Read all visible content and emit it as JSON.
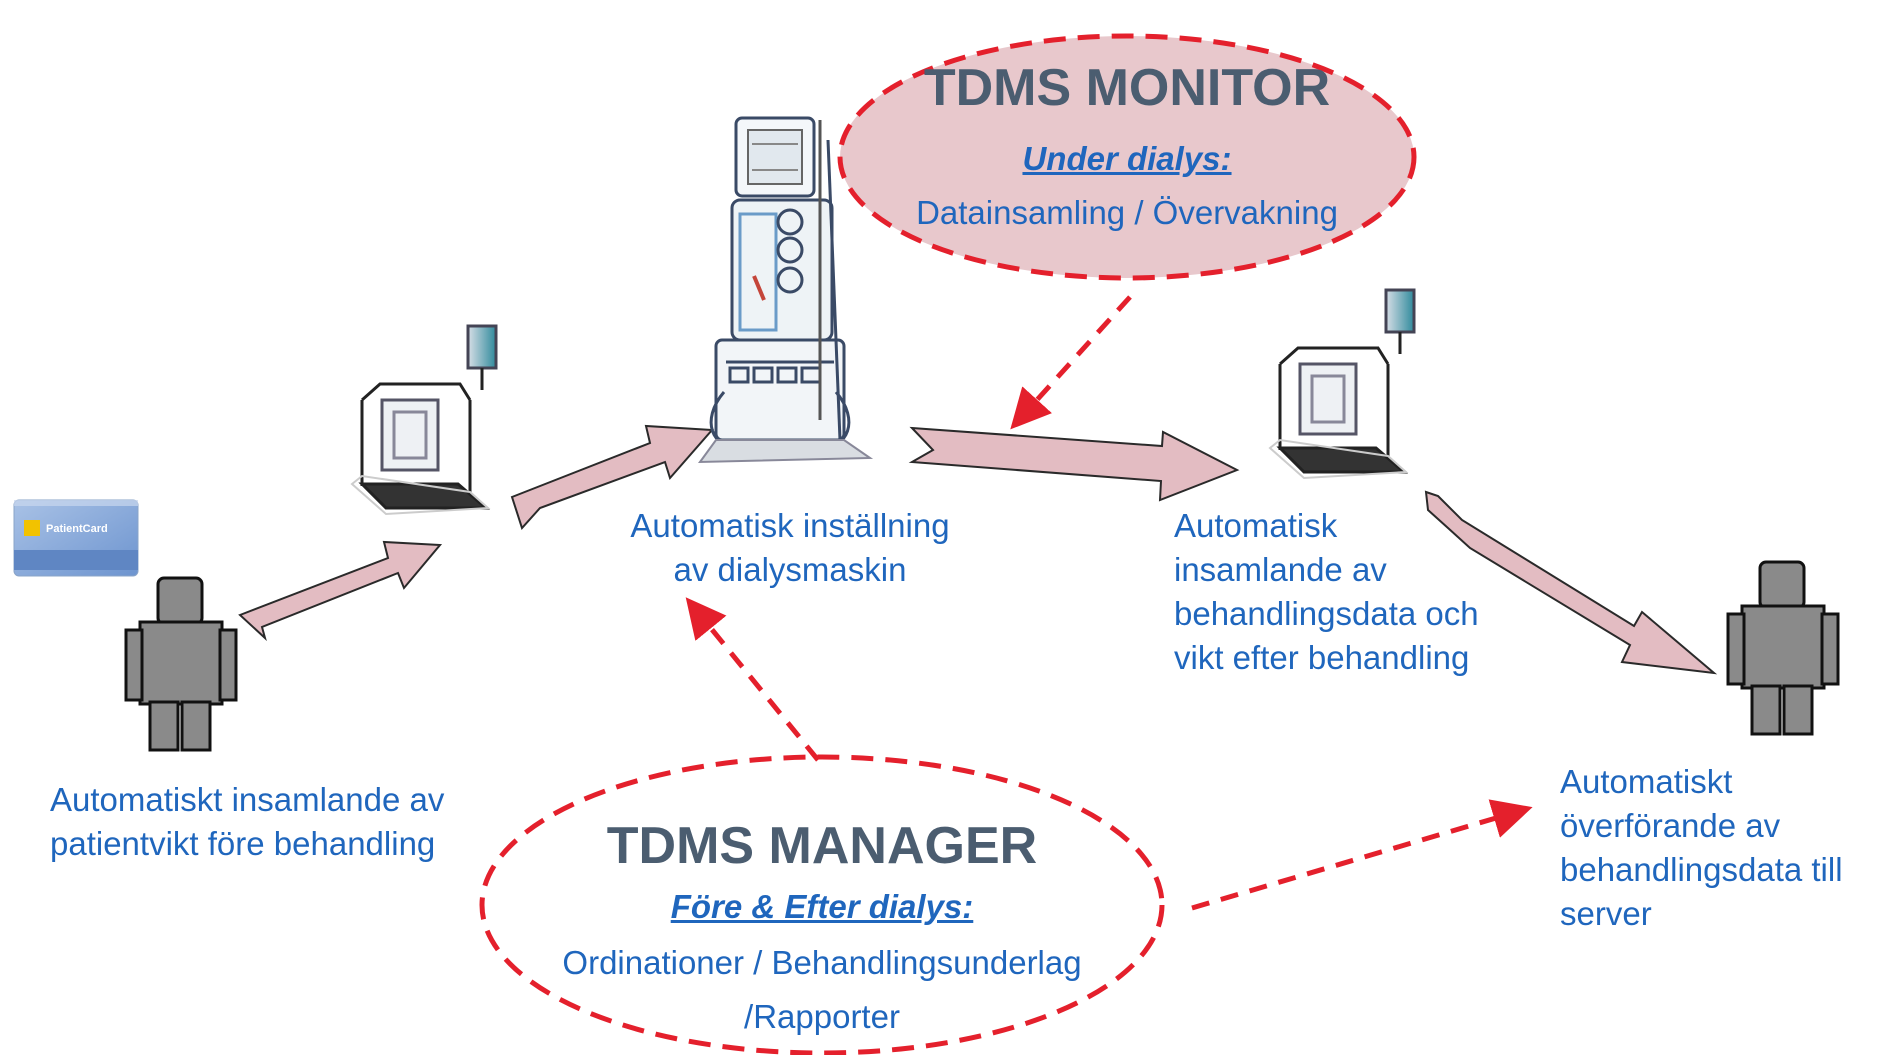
{
  "monitor": {
    "title": "TDMS MONITOR",
    "subtitle": "Under dialys:",
    "description": "Datainsamling / Övervakning"
  },
  "manager": {
    "title": "TDMS MANAGER",
    "subtitle": "Före & Efter dialys:",
    "description": "Ordinationer / Behandlingsunderlag\n/Rapporter"
  },
  "card": {
    "label": "PatientCard"
  },
  "labels": {
    "step1": "Automatiskt insamlande av\npatientvikt före behandling",
    "step2": "Automatisk inställning\nav dialysmaskin",
    "step3": "Automatisk\ninsamlande av\nbehandlingsdata och\nvikt efter behandling",
    "step4": "Automatiskt\növerförande av\nbehandlingsdata till\nserver"
  },
  "colors": {
    "label_text": "#1f66bd",
    "title_text": "#4b5d70",
    "ellipse_fill": "#e8c8cc",
    "dashed_red": "#e4202c",
    "arrow_fill": "#e3bcc2",
    "arrow_stroke": "#2a2a2a",
    "person": "#8a8a8a"
  }
}
